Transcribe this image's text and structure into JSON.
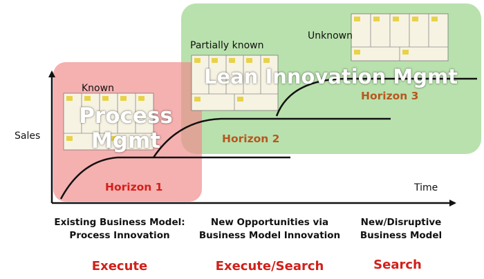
{
  "axes": {
    "y_label": "Sales",
    "x_label": "Time"
  },
  "regions": {
    "process": {
      "title_line1": "Process",
      "title_line2": "Mgmt",
      "color": "#f08a8a"
    },
    "lean": {
      "title": "Lean Innovation Mgmt",
      "color": "#9bd48a"
    }
  },
  "knowledge": {
    "known": "Known",
    "partial": "Partially known",
    "unknown": "Unknown"
  },
  "horizons": [
    {
      "label": "Horizon 1",
      "color": "#d2201a"
    },
    {
      "label": "Horizon 2",
      "color": "#b8561f"
    },
    {
      "label": "Horizon 3",
      "color": "#b8561f"
    }
  ],
  "captions": [
    {
      "line1": "Existing Business Model:",
      "line2": "Process Innovation"
    },
    {
      "line1": "New Opportunities via",
      "line2": "Business Model Innovation"
    },
    {
      "line1": "New/Disruptive",
      "line2": "Business Model"
    }
  ],
  "actions": [
    "Execute",
    "Execute/Search",
    "Search"
  ],
  "canvas_icons": [
    "business-model-canvas-sketch",
    "business-model-canvas-sketch",
    "business-model-canvas-sketch"
  ]
}
